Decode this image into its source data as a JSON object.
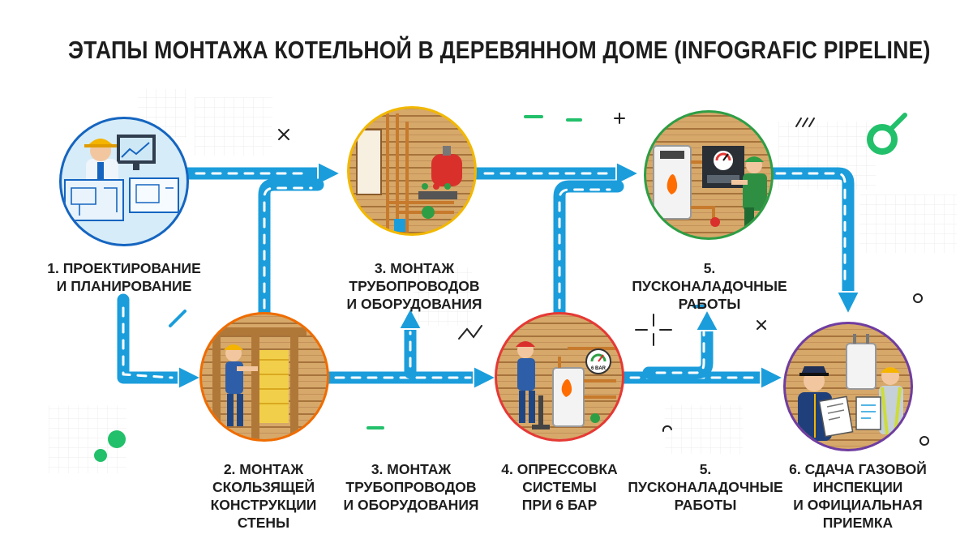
{
  "title": "ЭТАПЫ МОНТАЖА КОТЕЛЬНОЙ В ДЕРЕВЯННОМ ДОМЕ (INFOGRAFIC PIPELINE)",
  "colors": {
    "pipe": "#1b9ddb",
    "step1": "#1565c0",
    "step2": "#ef6c00",
    "step3": "#f2b800",
    "step4": "#e53935",
    "step5": "#2e9e45",
    "step6": "#6f3da0",
    "accent_green": "#22c06a"
  },
  "steps": [
    {
      "id": 1,
      "label": "1. ПРОЕКТИРОВАНИЕ\nИ ПЛАНИРОВАНИЕ",
      "icon": "engineer-with-blueprint-icon"
    },
    {
      "id": 2,
      "label": "2. МОНТАЖ\nСКОЛЬЗЯЩЕЙ\nКОНСТРУКЦИИ\nСТЕНЫ",
      "icon": "worker-wall-frame-icon"
    },
    {
      "id": 3,
      "label": "3. МОНТАЖ ТРУБОПРОВОДОВ\nИ ОБОРУДОВАНИЯ",
      "icon": "pipes-expansion-tank-icon"
    },
    {
      "id": 4,
      "label": "4. ОПРЕССОВКА\nСИСТЕМЫ\nПРИ 6 БАР",
      "icon": "pressure-test-pump-icon",
      "gauge_label": "6 BAR"
    },
    {
      "id": 5,
      "label": "5. ПУСКОНАЛАДОЧНЫЕ\nРАБОТЫ",
      "icon": "boiler-commissioning-icon"
    },
    {
      "id": 6,
      "label": "6. СДАЧА ГАЗОВОЙ\nИНСПЕКЦИИ\nИ ОФИЦИАЛЬНАЯ\nПРИЕМКА",
      "icon": "inspector-acceptance-icon"
    }
  ],
  "extra_labels": {
    "bottom_step3": "3. МОНТАЖ\nТРУБОПРОВОДОВ\nИ ОБОРУДОВАНИЯ",
    "bottom_step5": "5. ПУСКОНАЛАДОЧНЫЕ\nРАБОТЫ"
  }
}
